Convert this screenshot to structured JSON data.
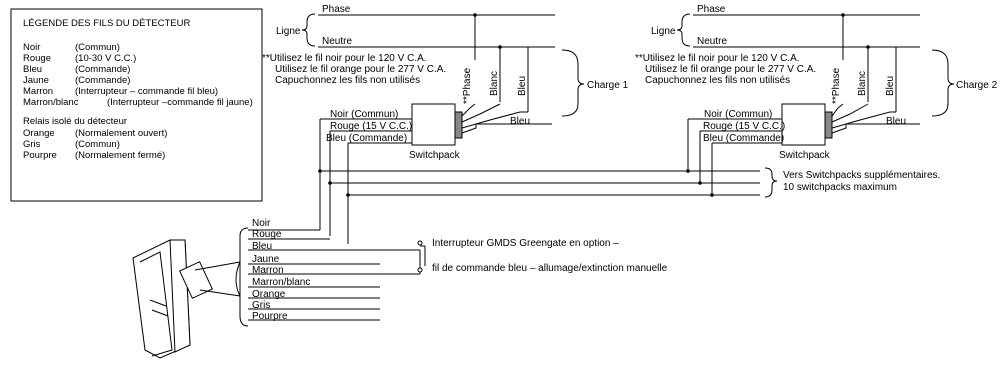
{
  "legend": {
    "title": "LÉGENDE DES FILS DU DÉTECTEUR",
    "rows": [
      {
        "name": "Noir",
        "desc": "(Commun)"
      },
      {
        "name": "Rouge",
        "desc": "(10-30 V C.C.)"
      },
      {
        "name": "Bleu",
        "desc": "(Commande)"
      },
      {
        "name": "Jaune",
        "desc": "(Commande)"
      },
      {
        "name": "Marron",
        "desc": "(Interrupteur – commande fil bleu)"
      },
      {
        "name": "Marron/blanc",
        "desc": "(Interrupteur –commande fil jaune)"
      }
    ],
    "relay_title": "Relais isolé du détecteur",
    "relay_rows": [
      {
        "name": "Orange",
        "desc": "(Normalement ouvert)"
      },
      {
        "name": "Gris",
        "desc": "(Commun)"
      },
      {
        "name": "Pourpre",
        "desc": "(Normalement fermé)"
      }
    ]
  },
  "labels": {
    "phase": "Phase",
    "ligne": "Ligne",
    "neutre": "Neutre",
    "note_line1": "**Utilisez le fil noir pour le 120 V C.A.",
    "note_line2": "Utilisez le fil orange pour le 277 V C.A.",
    "note_line3": "Capuchonnez les fils non utilisés",
    "phase_vertical": "**Phase",
    "blanc": "Blanc",
    "bleu": "Bleu",
    "charge1": "Charge 1",
    "charge2": "Charge 2",
    "noir_commun": "Noir (Commun)",
    "rouge_15": "Rouge (15 V C.C.)",
    "bleu_commande": "Bleu (Commande)",
    "switchpack": "Switchpack",
    "vers_line1": "Vers Switchpacks supplémentaires.",
    "vers_line2": "10 switchpacks maximum",
    "interrupteur_line1": "Interrupteur GMDS Greengate en option –",
    "interrupteur_line2": "fil de commande bleu – allumage/extinction manuelle"
  },
  "detector_wires": [
    "Noir",
    "Rouge",
    "Bleu",
    "Jaune",
    "Marron",
    "Marron/blanc",
    "Orange",
    "Gris",
    "Pourpre"
  ]
}
